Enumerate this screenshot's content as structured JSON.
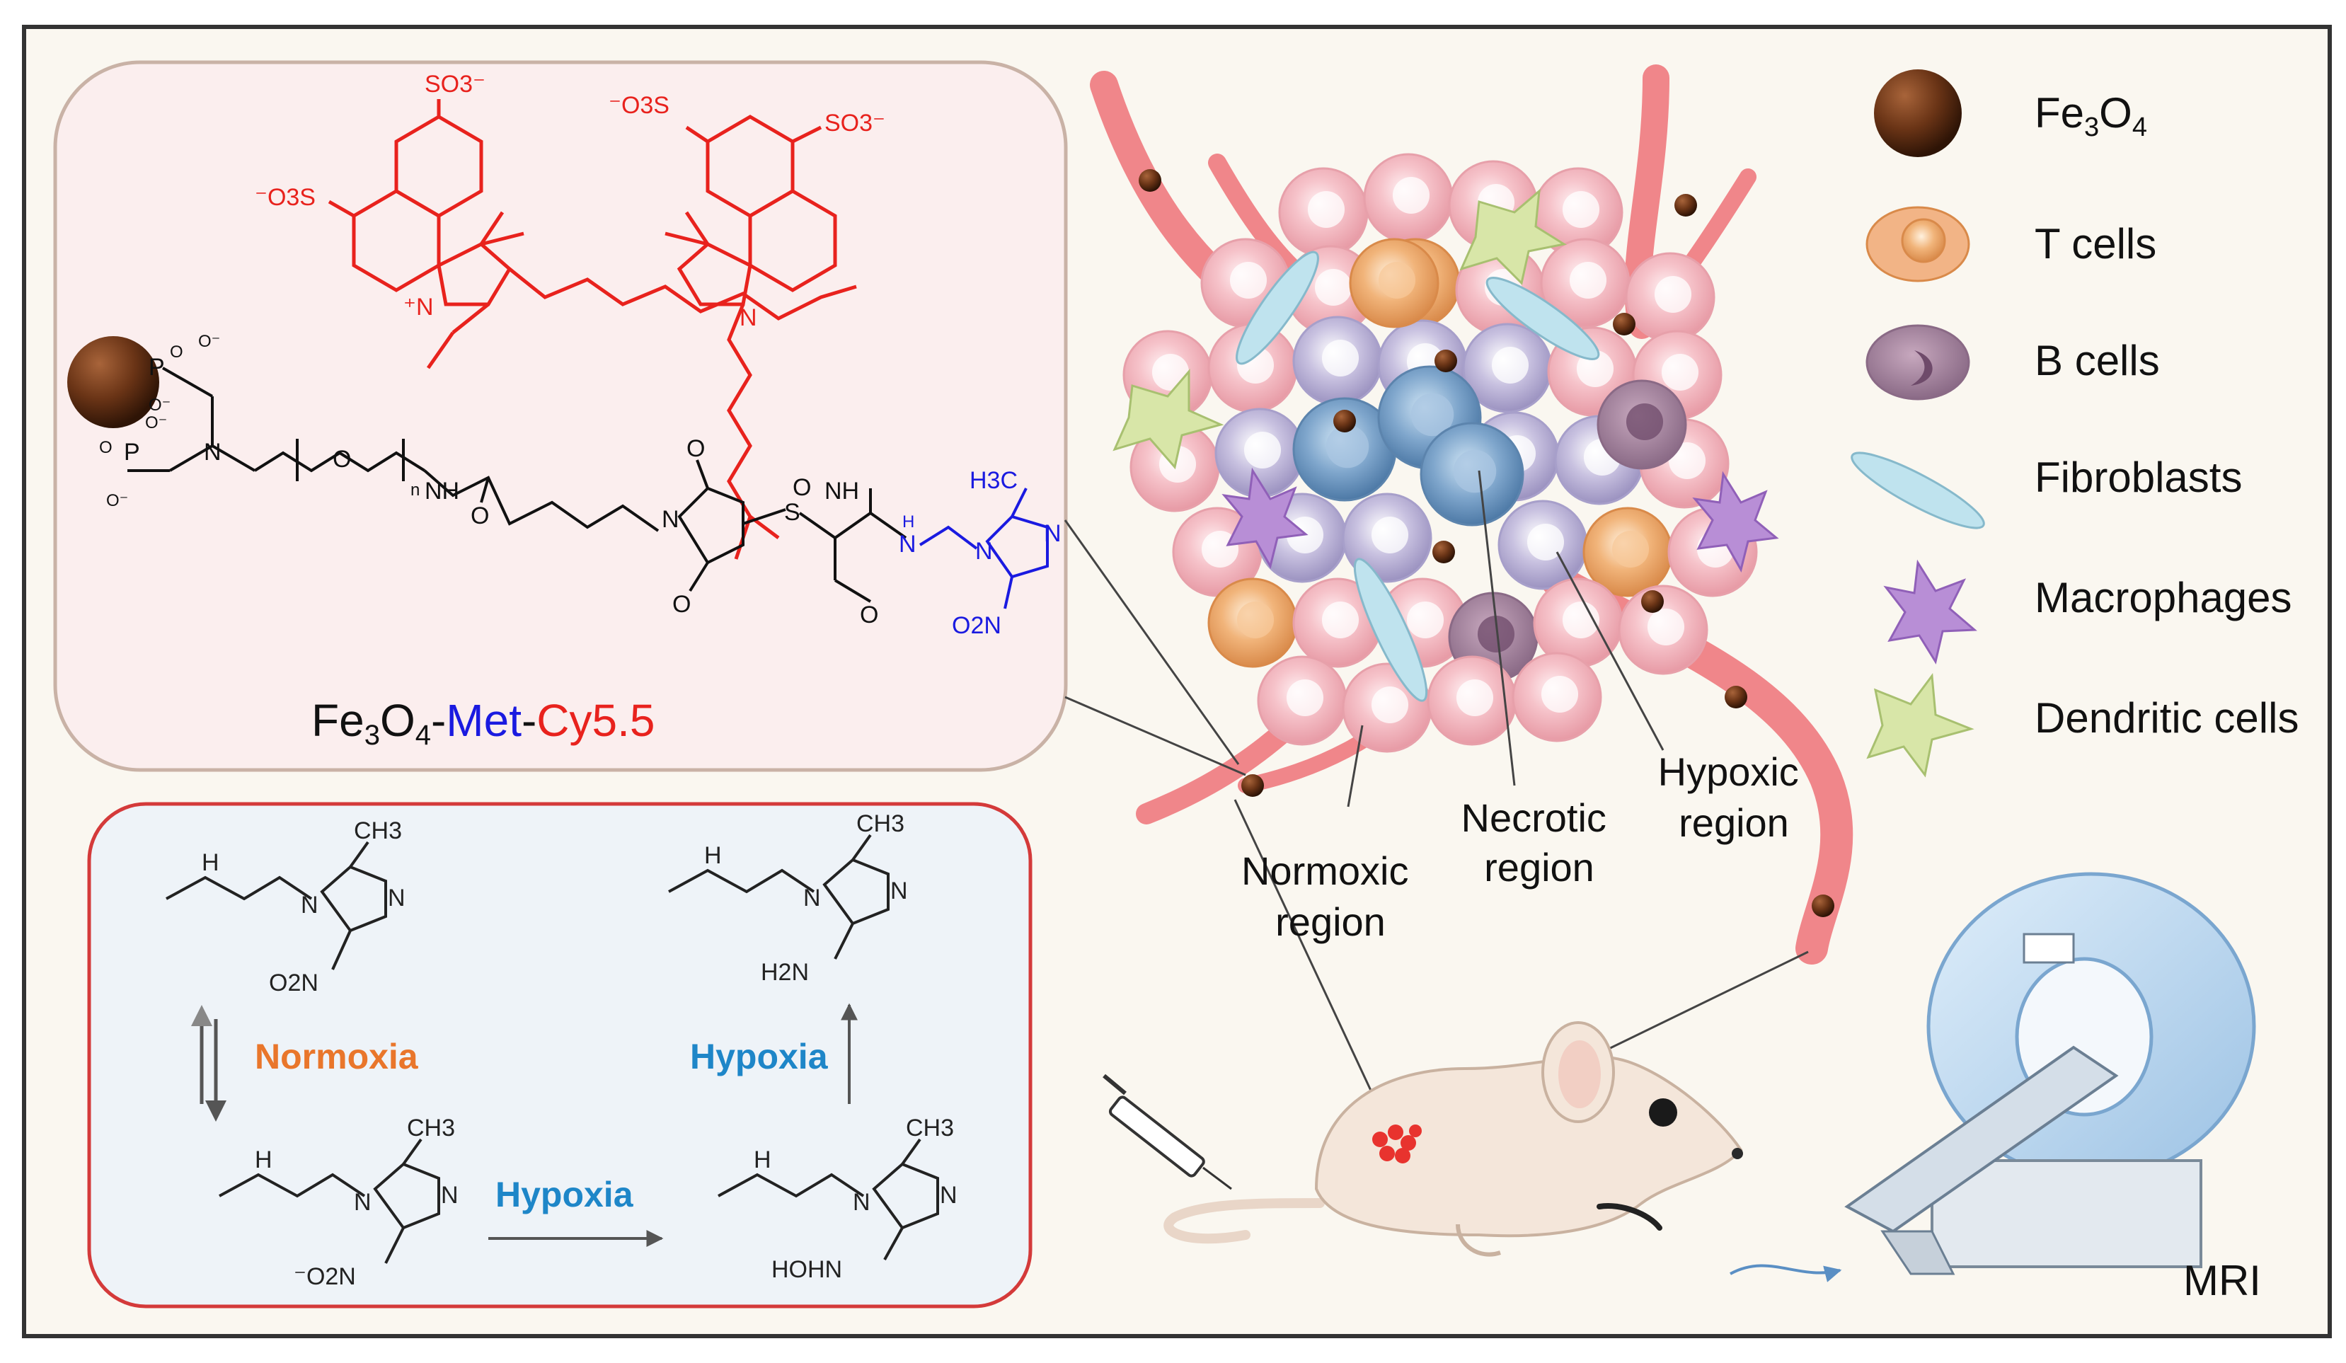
{
  "colors": {
    "background": "#faf7f0",
    "frame": "#333333",
    "probe_panel_fill": "#fbeeee",
    "probe_panel_border": "#c9b2a6",
    "reaction_panel_fill": "#eef3f8",
    "reaction_panel_border": "#d43a3a",
    "cy55_red": "#e8221d",
    "met_blue": "#1a1ae0",
    "normoxia_orange": "#e9762b",
    "hypoxia_blue": "#1e86c8",
    "vessel_pink": "#f0868a",
    "nanoparticle_brown": "#6a3416"
  },
  "probe": {
    "name_fe": "Fe",
    "name_3": "3",
    "name_o": "O",
    "name_4": "4",
    "name_dash1": "-",
    "name_met": "Met",
    "name_dash2": "-",
    "name_cy": "Cy5.5",
    "structure_labels": {
      "so3_top_left": "SO3⁻",
      "o3s_left": "⁻O3S",
      "o3s_right": "⁻O3S",
      "so3_right": "SO3⁻",
      "n_plus": "⁺N",
      "n_right": "N",
      "p_upper": "P",
      "p_lower": "P",
      "o_minus_1": "O⁻",
      "o_minus_2": "O⁻",
      "o_minus_3": "O⁻",
      "o_minus_4": "O⁻",
      "o_1": "O",
      "o_2": "O",
      "n_amine": "N",
      "o_peg": "O",
      "n_subscript": "n",
      "nh_1": "NH",
      "o_amide_1": "O",
      "n_maleimide": "N",
      "o_mal_1": "O",
      "o_mal_2": "O",
      "s": "S",
      "nh_2": "NH",
      "o_amide_2": "O",
      "o_amide_3": "O",
      "h_amide": "H",
      "n_amide": "N",
      "h3c": "H3C",
      "n_imid_1": "N",
      "n_imid_2": "N",
      "o2n": "O2N"
    }
  },
  "reactions": {
    "normoxia": "Normoxia",
    "hypoxia_right": "Hypoxia",
    "hypoxia_bottom": "Hypoxia",
    "ch3": "CH3",
    "nh": "H",
    "n": "N",
    "o2n": "O2N",
    "radical_o2n": "⁻O2N",
    "h2n": "H2N",
    "hohn": "HOHN"
  },
  "tumor_labels": {
    "normoxic": [
      "Normoxic",
      "region"
    ],
    "necrotic": [
      "Necrotic",
      "region"
    ],
    "hypoxic": [
      "Hypoxic",
      "region"
    ]
  },
  "legend": {
    "items": [
      {
        "label": "Fe",
        "sub": "3",
        "label2": "O",
        "sub2": "4",
        "icon": "nanoparticle-icon"
      },
      {
        "label": "T cells",
        "icon": "t-cell-icon"
      },
      {
        "label": "B cells",
        "icon": "b-cell-icon"
      },
      {
        "label": "Fibroblasts",
        "icon": "fibroblast-icon"
      },
      {
        "label": "Macrophages",
        "icon": "macrophage-icon"
      },
      {
        "label": "Dendritic cells",
        "icon": "dendritic-cell-icon"
      }
    ]
  },
  "imaging": {
    "mri_label": "MRI"
  }
}
